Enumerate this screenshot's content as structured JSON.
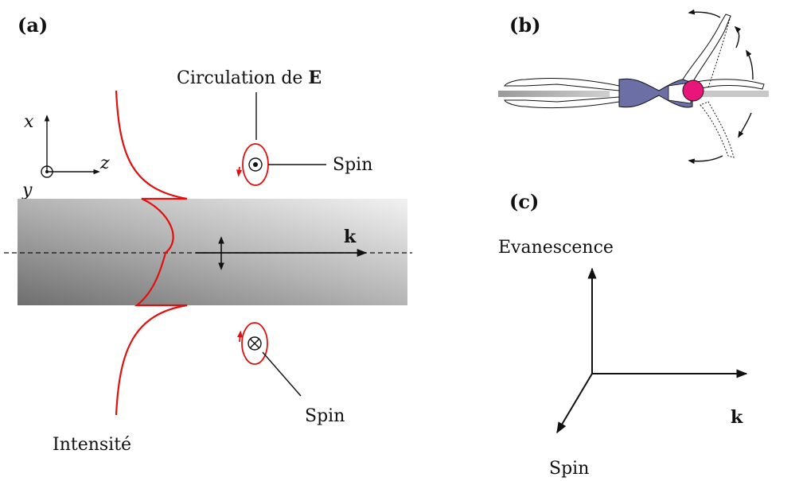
{
  "panels": {
    "a": "(a)",
    "b": "(b)",
    "c": "(c)"
  },
  "panel_a": {
    "axis_x": "x",
    "axis_y": "y",
    "axis_z": "z",
    "circulation_label": "Circulation de",
    "circulation_vector": "E",
    "spin_top": "Spin",
    "spin_bottom": "Spin",
    "wave_vector": "k",
    "intensity_label": "Intensité"
  },
  "panel_c": {
    "evanescence": "Evanescence",
    "wave_vector": "k",
    "spin": "Spin"
  },
  "colors": {
    "intensity_curve": "#e01010",
    "swimmer_suit": "#6b6fa6",
    "swimmer_cap": "#e8157a",
    "waveguide_dark": "#6e6e6e",
    "waveguide_light": "#f2f2f2"
  }
}
